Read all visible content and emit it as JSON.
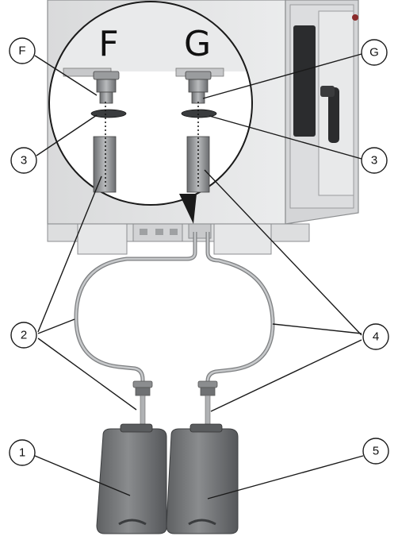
{
  "detail_letters": {
    "left": "F",
    "right": "G"
  },
  "callouts": {
    "f": "F",
    "g": "G",
    "three_left": "3",
    "three_right": "3",
    "two": "2",
    "four": "4",
    "one": "1",
    "five": "5"
  },
  "colors": {
    "cabinet": "#e3e4e5",
    "cabinet_edge": "#8c8e90",
    "canister": "#6f7173",
    "hose": "#a9abad",
    "line": "#1a1a1a"
  }
}
